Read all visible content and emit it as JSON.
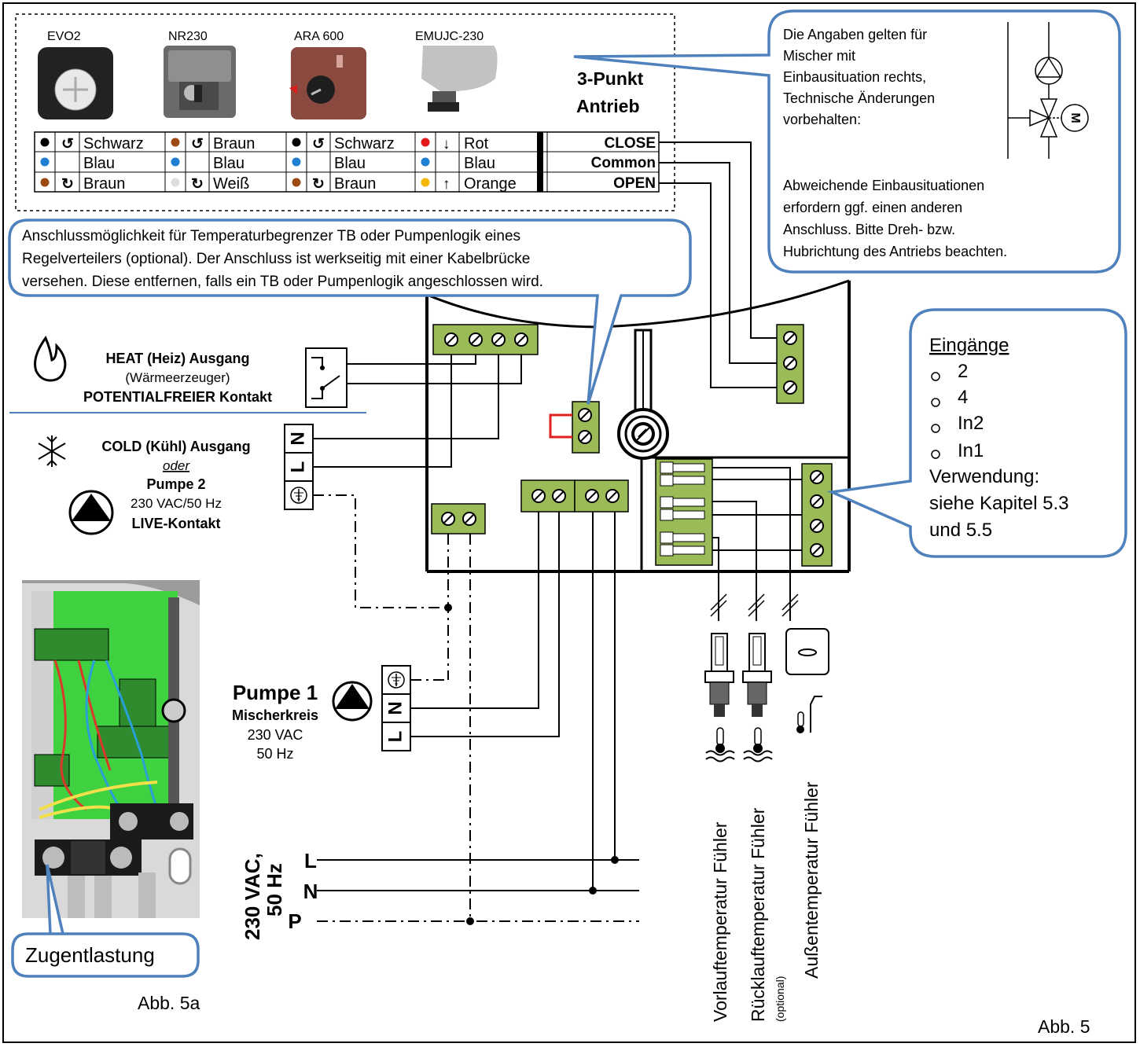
{
  "devices": [
    {
      "name": "EVO2",
      "color": "#222222"
    },
    {
      "name": "NR230",
      "color": "#595959"
    },
    {
      "name": "ARA 600",
      "color": "#8b4a40"
    },
    {
      "name": "EMUJC-230",
      "color": "#b8b8b8"
    }
  ],
  "actuator_title_1": "3-Punkt",
  "actuator_title_2": "Antrieb",
  "wire_table": {
    "rows": [
      {
        "signal": "CLOSE",
        "cells": [
          {
            "dot": "#000000",
            "arrow": "↺",
            "label": "Schwarz"
          },
          {
            "dot": "#9c4a12",
            "arrow": "↺",
            "label": "Braun"
          },
          {
            "dot": "#000000",
            "arrow": "↺",
            "label": "Schwarz"
          },
          {
            "dot": "#e41a1a",
            "arrow": "↓",
            "label": "Rot"
          }
        ]
      },
      {
        "signal": "Common",
        "cells": [
          {
            "dot": "#1f7fd1",
            "arrow": "",
            "label": "Blau"
          },
          {
            "dot": "#1f7fd1",
            "arrow": "",
            "label": "Blau"
          },
          {
            "dot": "#1f7fd1",
            "arrow": "",
            "label": "Blau"
          },
          {
            "dot": "#1f7fd1",
            "arrow": "",
            "label": "Blau"
          }
        ]
      },
      {
        "signal": "OPEN",
        "cells": [
          {
            "dot": "#9c4a12",
            "arrow": "↻",
            "label": "Braun"
          },
          {
            "dot": "#dddddd",
            "arrow": "↻",
            "label": "Weiß"
          },
          {
            "dot": "#9c4a12",
            "arrow": "↻",
            "label": "Braun"
          },
          {
            "dot": "#f5b800",
            "arrow": "↑",
            "label": "Orange"
          }
        ]
      }
    ]
  },
  "note_top_right": {
    "lines": [
      "Die Angaben gelten für",
      "Mischer mit",
      "Einbausituation rechts,",
      "Technische Änderungen",
      " vorbehalten:"
    ],
    "lines2": [
      "Abweichende Einbausituationen",
      "erfordern ggf. einen anderen",
      "Anschluss. Bitte Dreh- bzw.",
      "Hubrichtung des Antriebs beachten."
    ],
    "motor_label": "M"
  },
  "note_tb": {
    "lines": [
      "Anschlussmöglichkeit für Temperaturbegrenzer TB oder Pumpenlogik eines",
      "Regelverteilers (optional). Der Anschluss ist werkseitig mit einer Kabelbrücke",
      "versehen. Diese entfernen, falls ein TB oder Pumpenlogik angeschlossen wird."
    ]
  },
  "heat": {
    "title": "HEAT (Heiz) Ausgang",
    "sub": "(Wärmeerzeuger)",
    "contact": "POTENTIALFREIER Kontakt"
  },
  "cold": {
    "title": "COLD (Kühl) Ausgang",
    "or": "oder",
    "pump": "Pumpe 2",
    "voltage": "230 VAC/50 Hz",
    "contact": "LIVE-Kontakt"
  },
  "terminal_letters": {
    "n": "N",
    "l": "L"
  },
  "pump1": {
    "title": "Pumpe 1",
    "sub": "Mischerkreis",
    "v1": "230 VAC",
    "v2": "50 Hz"
  },
  "mains": {
    "line1": "230 VAC,",
    "line2": "50 Hz",
    "L": "L",
    "N": "N",
    "P": "P"
  },
  "inputs": {
    "title": "Eingänge ",
    "items": [
      "2",
      "4",
      "In2",
      "In1"
    ],
    "usage": [
      "Verwendung:",
      "siehe Kapitel 5.3",
      "und 5.5"
    ]
  },
  "sensors": {
    "flow": "Vorlauftemperatur Fühler",
    "return": "Rücklauftemperatur Fühler",
    "optional": "(optional)",
    "outdoor": "Außentemperatur Fühler"
  },
  "photo_callout": "Zugentlastung",
  "fig_a": "Abb. 5a",
  "fig": "Abb. 5"
}
